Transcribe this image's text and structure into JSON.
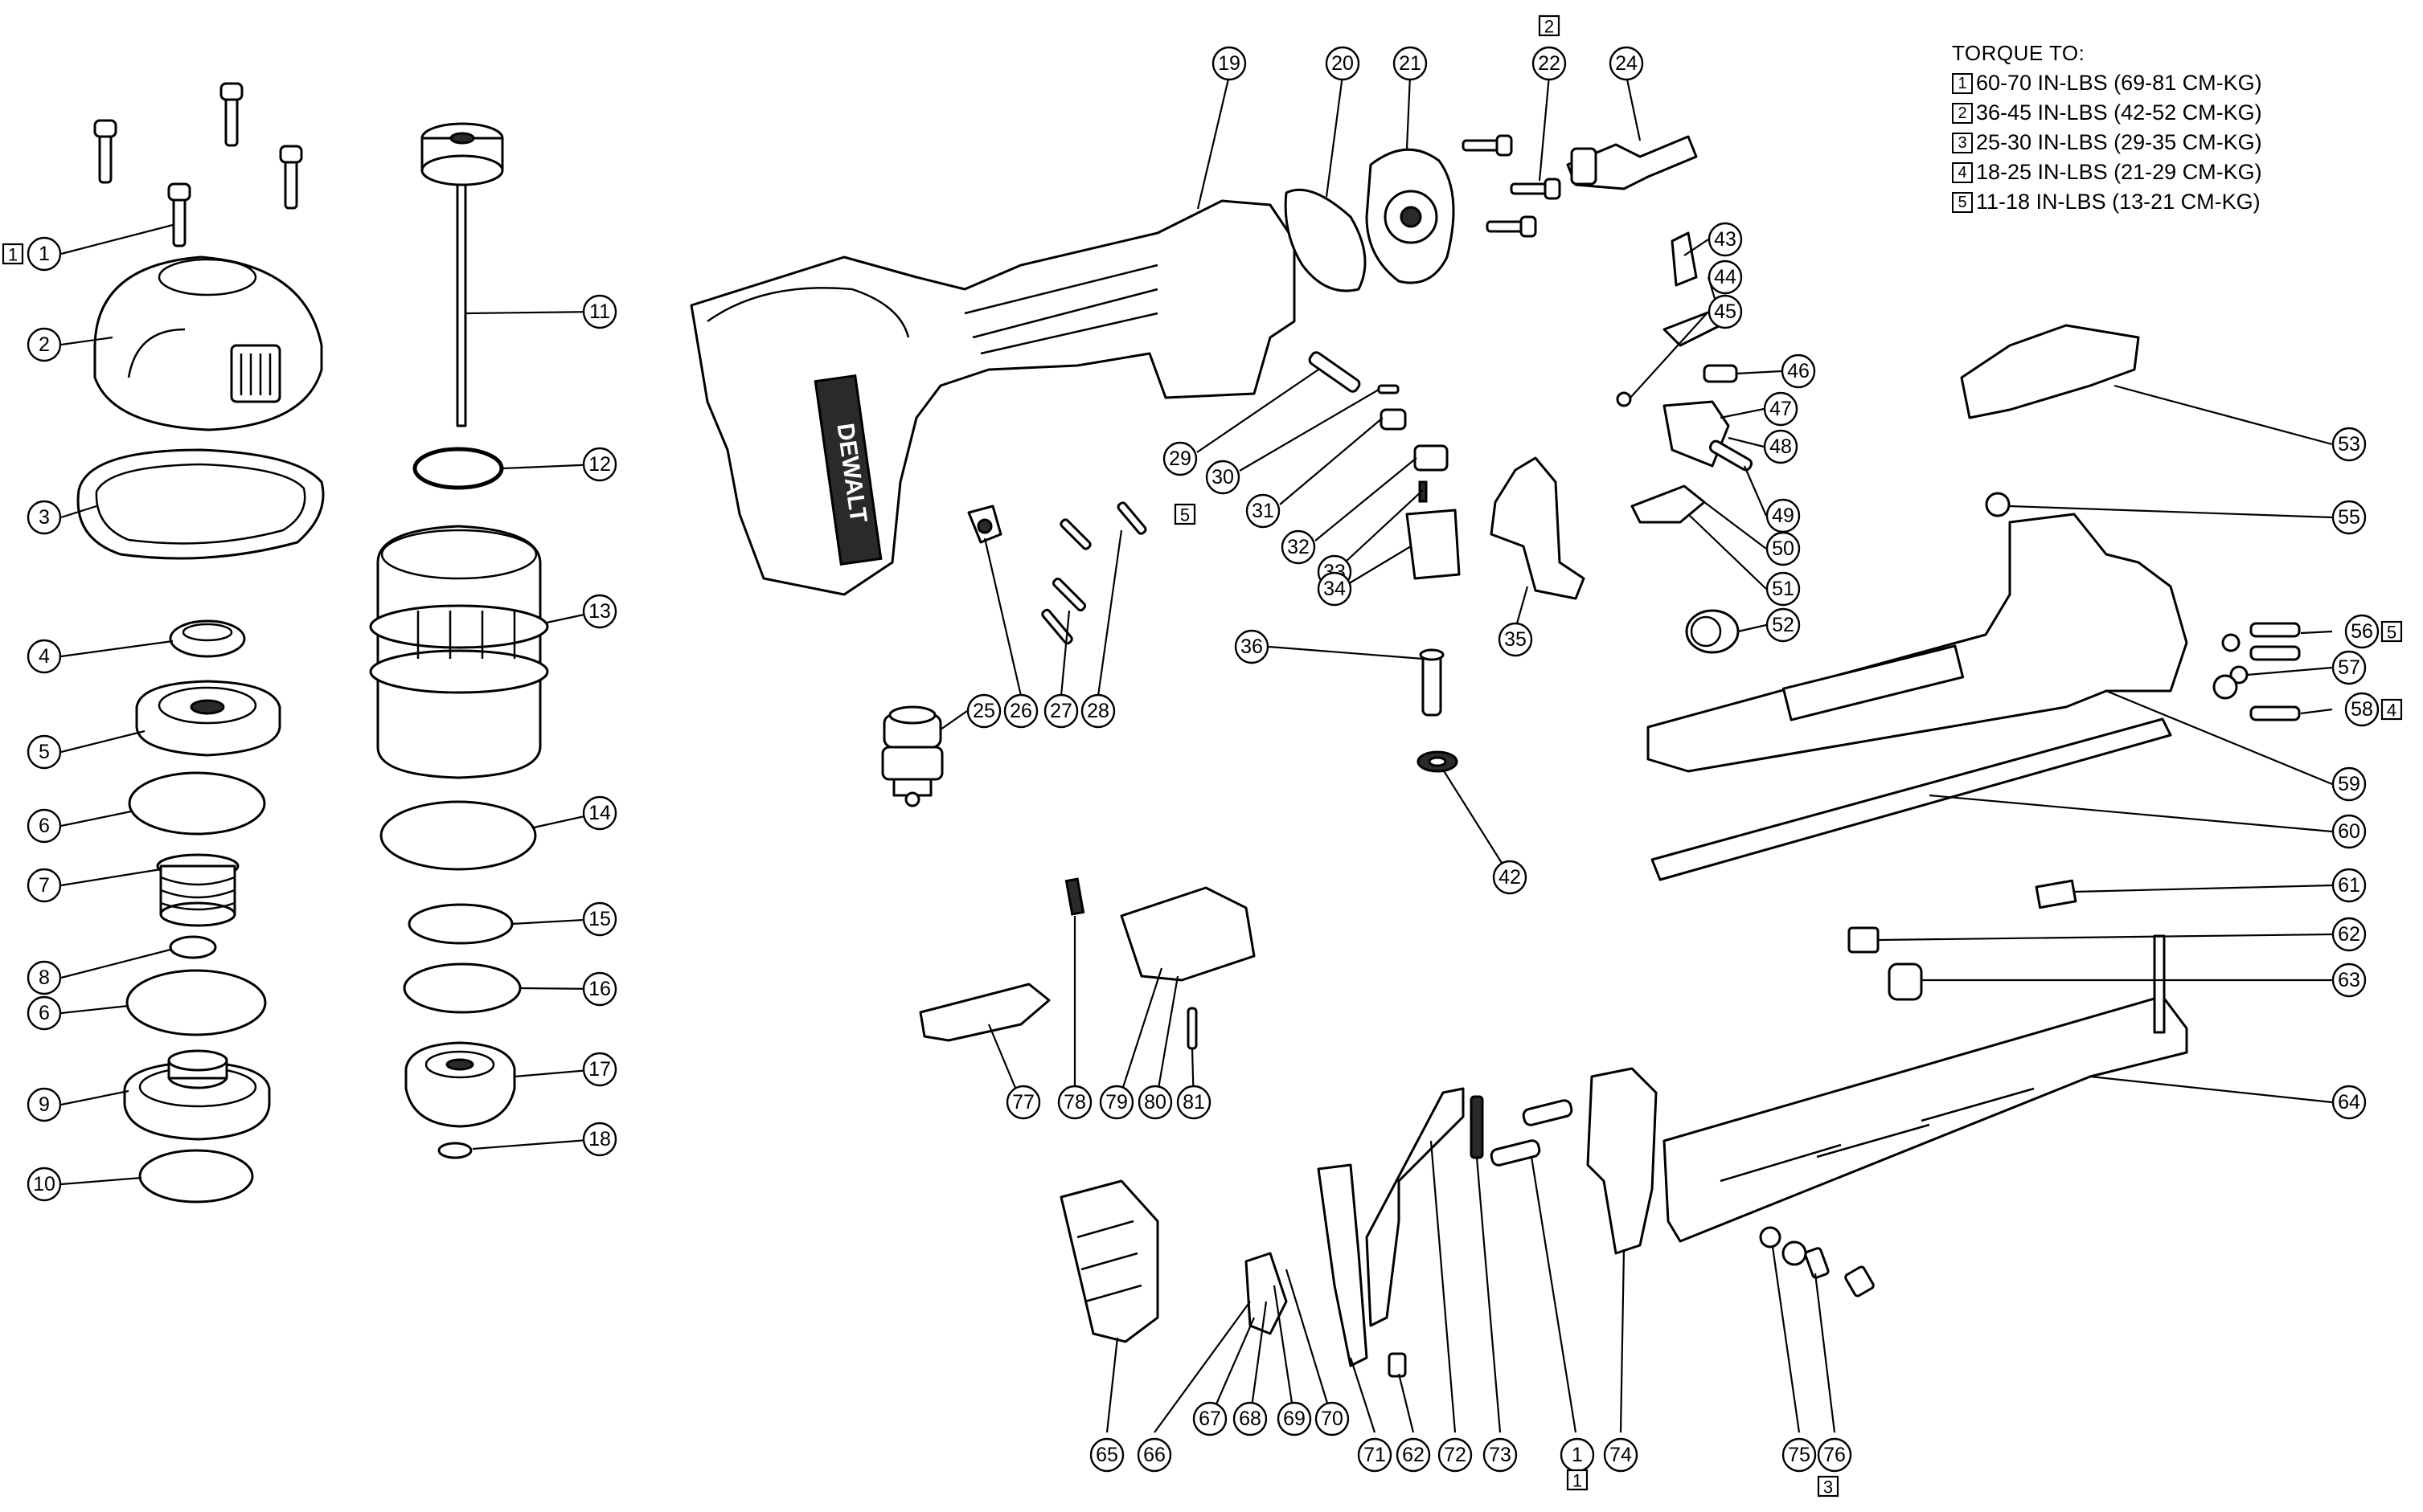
{
  "torque_legend": {
    "title": "TORQUE TO:",
    "items": [
      {
        "code": "1",
        "spec": "60-70 IN-LBS (69-81 CM-KG)"
      },
      {
        "code": "2",
        "spec": "36-45 IN-LBS (42-52 CM-KG)"
      },
      {
        "code": "3",
        "spec": "25-30 IN-LBS (29-35 CM-KG)"
      },
      {
        "code": "4",
        "spec": "18-25 IN-LBS (21-29 CM-KG)"
      },
      {
        "code": "5",
        "spec": "11-18 IN-LBS (13-21 CM-KG)"
      }
    ]
  },
  "brand_mark": "DEWALT",
  "callouts": [
    "1",
    "2",
    "3",
    "4",
    "5",
    "6",
    "7",
    "8",
    "6",
    "9",
    "10",
    "11",
    "12",
    "13",
    "14",
    "15",
    "16",
    "17",
    "18",
    "19",
    "20",
    "21",
    "22",
    "24",
    "25",
    "26",
    "27",
    "28",
    "29",
    "30",
    "31",
    "32",
    "33",
    "34",
    "35",
    "36",
    "42",
    "43",
    "44",
    "45",
    "46",
    "47",
    "48",
    "49",
    "50",
    "51",
    "52",
    "53",
    "55",
    "56",
    "57",
    "58",
    "59",
    "60",
    "61",
    "62",
    "63",
    "64",
    "65",
    "66",
    "67",
    "68",
    "69",
    "70",
    "71",
    "62",
    "72",
    "73",
    "1",
    "74",
    "75",
    "76",
    "77",
    "78",
    "79",
    "80",
    "81"
  ],
  "torque_flags": {
    "flag_1_top": "1",
    "flag_2_top": "2",
    "flag_5": "5",
    "flag_5_right": "5",
    "flag_4_right": "4",
    "flag_1_bottom": "1",
    "flag_3_bottom": "3"
  }
}
